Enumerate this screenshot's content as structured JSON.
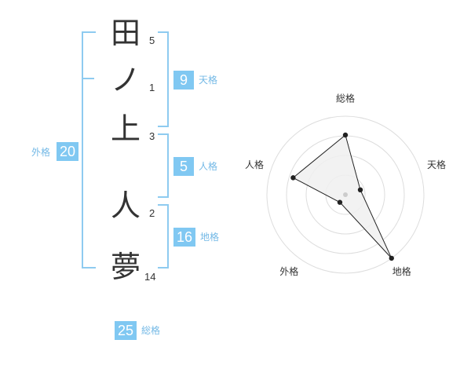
{
  "name": {
    "chars": [
      {
        "char": "田",
        "strokes": "5"
      },
      {
        "char": "ノ",
        "strokes": "1"
      },
      {
        "char": "上",
        "strokes": "3"
      },
      {
        "char": "人",
        "strokes": "2"
      },
      {
        "char": "夢",
        "strokes": "14"
      }
    ]
  },
  "fortunes": {
    "tenkaku": {
      "value": "9",
      "label": "天格"
    },
    "jinkaku": {
      "value": "5",
      "label": "人格"
    },
    "chikaku": {
      "value": "16",
      "label": "地格"
    },
    "gaikaku": {
      "value": "20",
      "label": "外格"
    },
    "soukaku": {
      "value": "25",
      "label": "総格"
    }
  },
  "chart_data": {
    "type": "radar",
    "axes": [
      "総格",
      "天格",
      "地格",
      "外格",
      "人格"
    ],
    "values": [
      3.8,
      1.0,
      5.0,
      0.6,
      3.5
    ],
    "max": 5,
    "rings": 4
  }
}
